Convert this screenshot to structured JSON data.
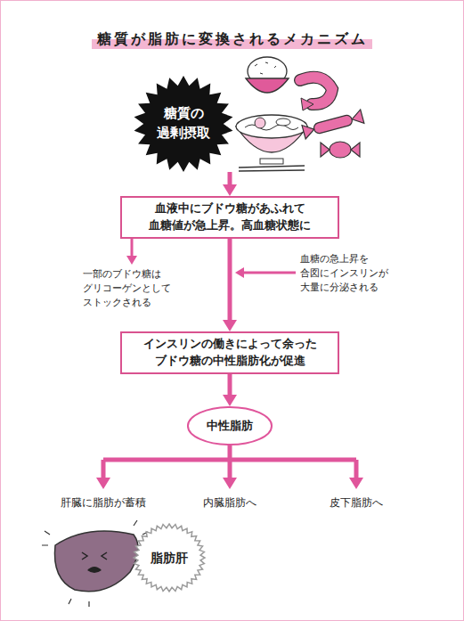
{
  "diagram": {
    "title": "糖質が脂肪に変換されるメカニズム",
    "nodes": [
      {
        "text": [
          "糖質の 過剰摂取"
        ]
      },
      {
        "text": [
          "血液中にブドウ糖があふれて 血糖値が急上昇。高血糖状態に"
        ]
      },
      {
        "text": [
          "インスリンの働きによって余った ブドウ糖の中性脂肪化が促進"
        ]
      },
      {
        "text": [
          "中性脂肪"
        ]
      },
      {
        "text": [
          "脂肪肝"
        ]
      }
    ],
    "edges": [
      {
        "from": 0,
        "to": 1,
        "arrow": "to"
      },
      {
        "from": 1,
        "to": 2,
        "arrow": "to"
      },
      {
        "from": 2,
        "to": 3,
        "arrow": "to"
      }
    ],
    "labels": [
      "一部のブドウ糖は グリコーゲンとして ストックされる",
      "血糖の急上昇を 合図にインスリンが 大量に分泌される",
      "肝臓に脂肪が蓄積",
      "内臓脂肪へ",
      "皮下脂肪へ"
    ]
  }
}
